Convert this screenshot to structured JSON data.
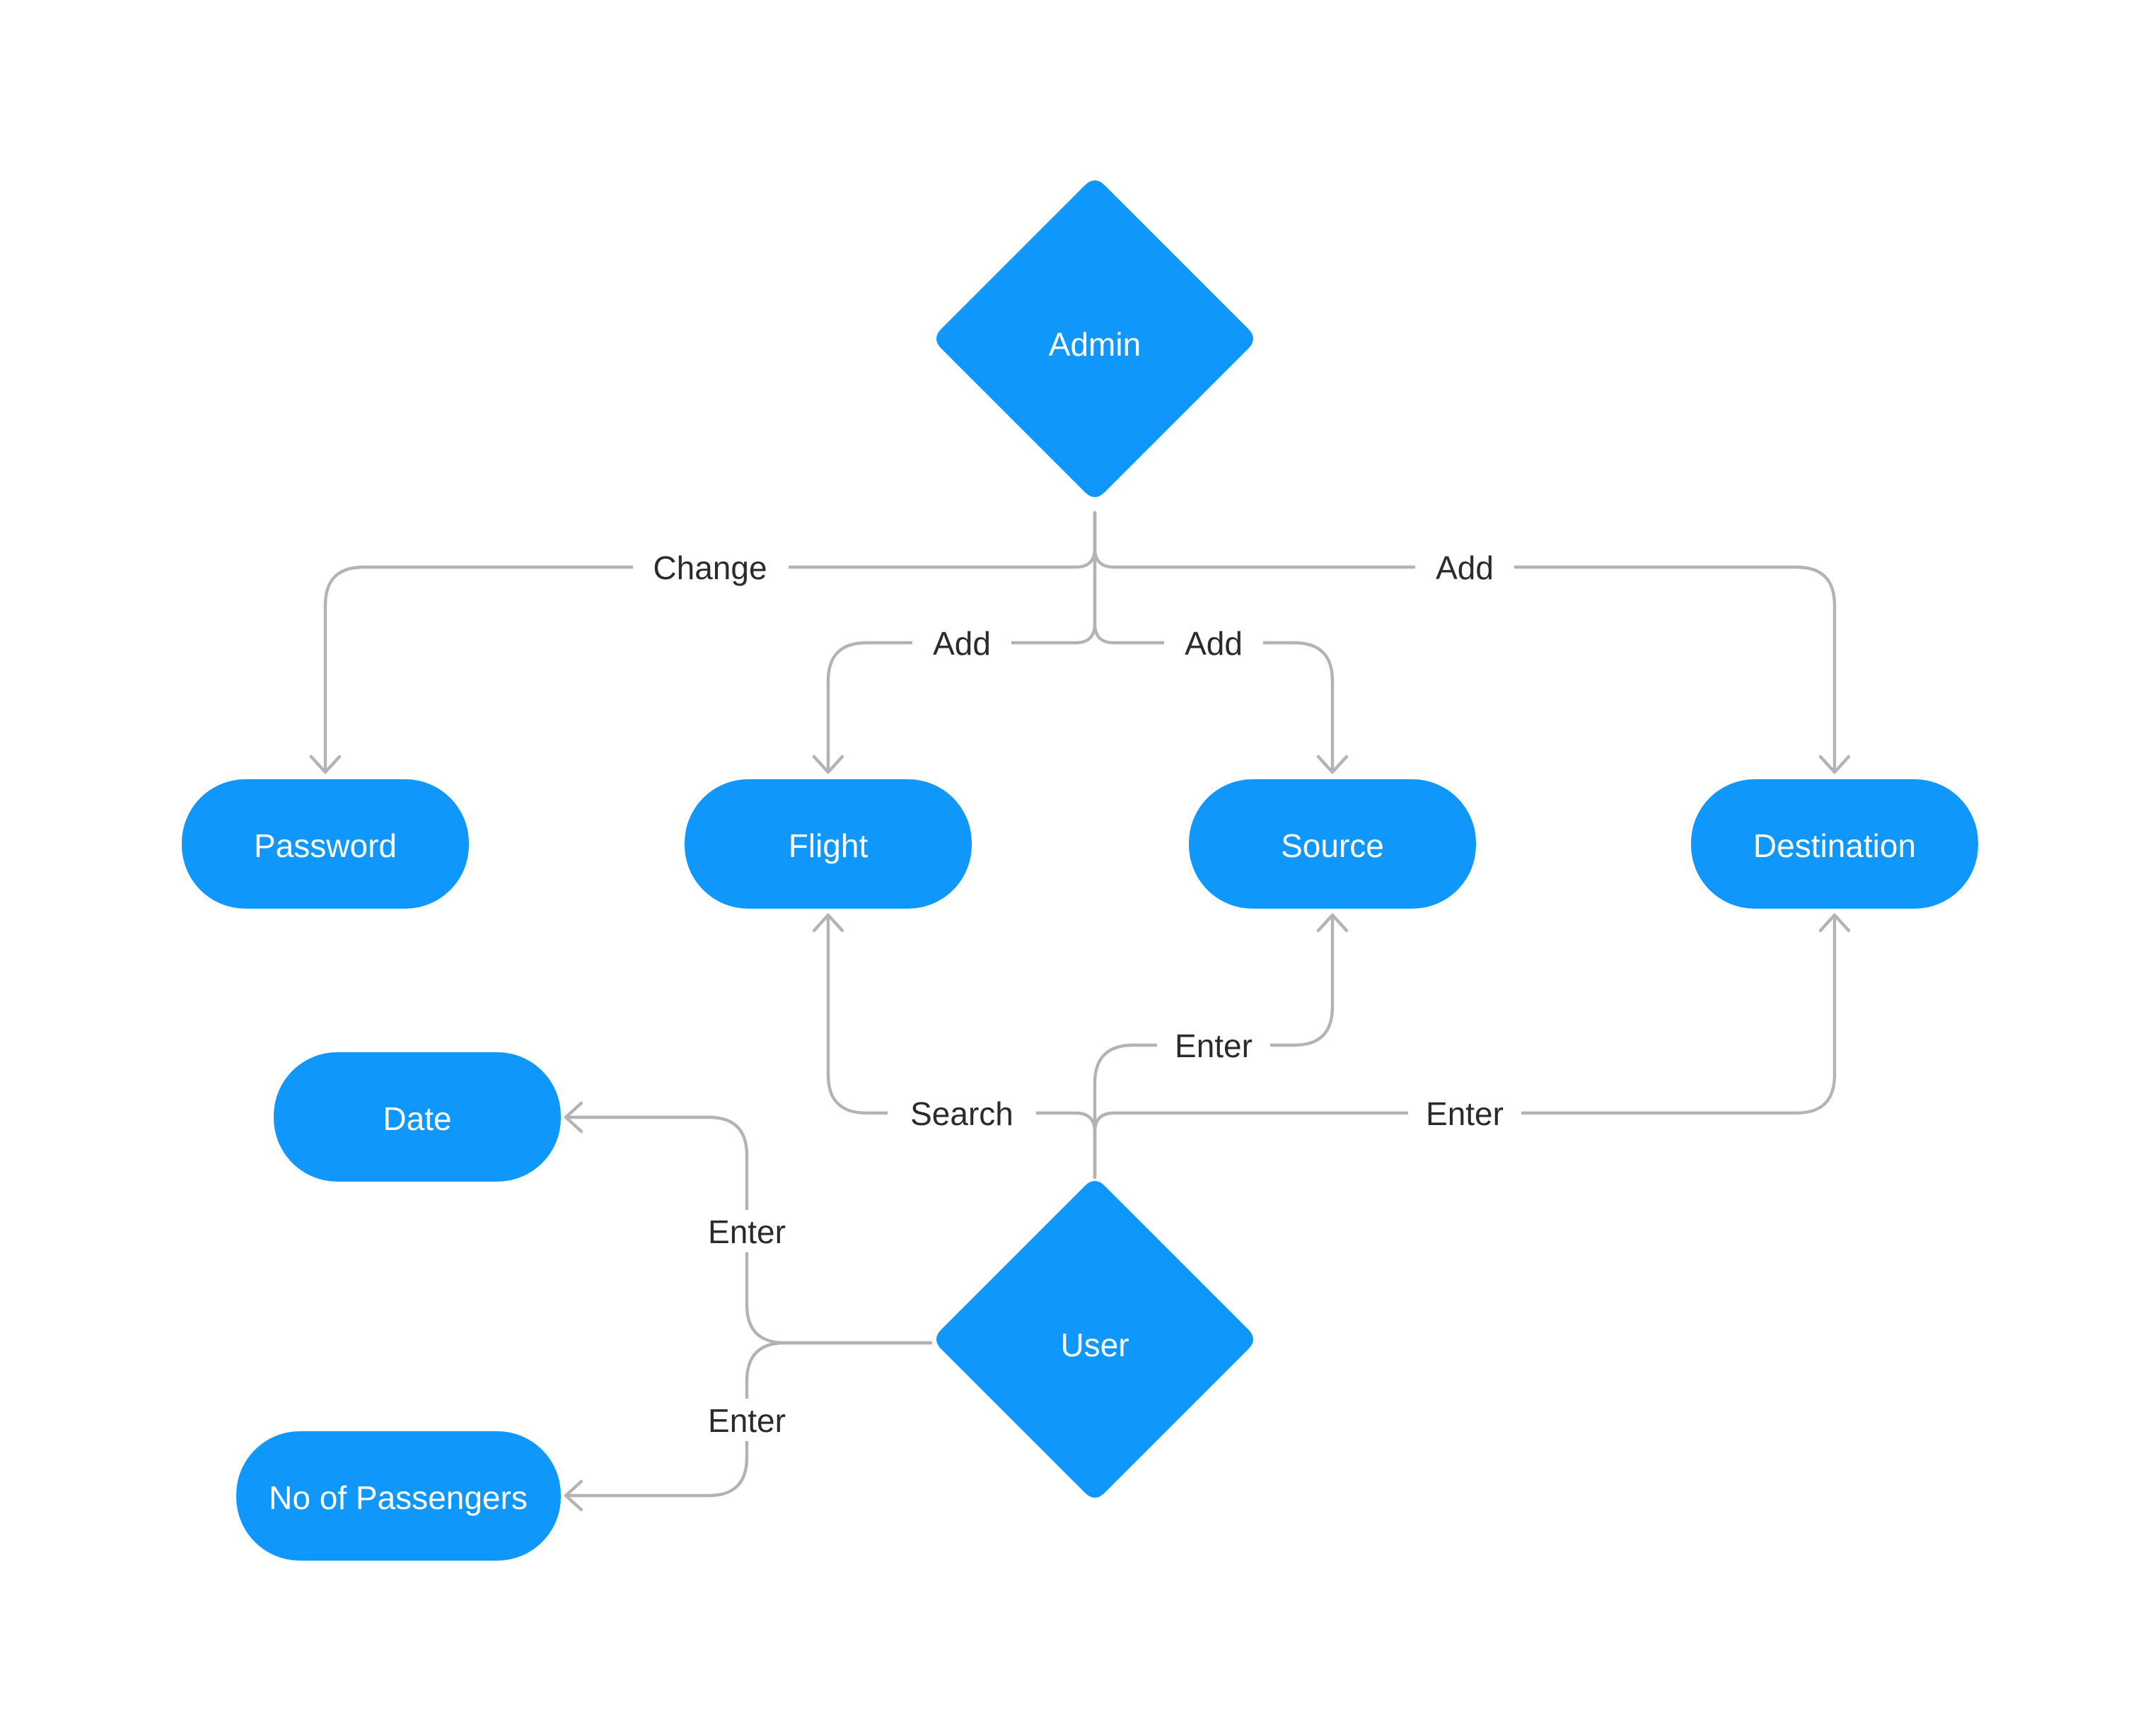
{
  "diagram": {
    "colors": {
      "node_fill": "#0f97fb",
      "node_text": "#ffffff",
      "edge_stroke": "#b3b3b3",
      "edge_label_text": "#2b2b2b",
      "background": "#ffffff"
    },
    "nodes": {
      "admin": {
        "label": "Admin",
        "shape": "diamond"
      },
      "user": {
        "label": "User",
        "shape": "diamond"
      },
      "password": {
        "label": "Password",
        "shape": "rounded-rectangle"
      },
      "flight": {
        "label": "Flight",
        "shape": "rounded-rectangle"
      },
      "source": {
        "label": "Source",
        "shape": "rounded-rectangle"
      },
      "destination": {
        "label": "Destination",
        "shape": "rounded-rectangle"
      },
      "date": {
        "label": "Date",
        "shape": "rounded-rectangle"
      },
      "passengers": {
        "label": "No of Passengers",
        "shape": "rounded-rectangle"
      }
    },
    "edges": {
      "admin_password": {
        "from": "Admin",
        "to": "Password",
        "label": "Change"
      },
      "admin_flight": {
        "from": "Admin",
        "to": "Flight",
        "label": "Add"
      },
      "admin_source": {
        "from": "Admin",
        "to": "Source",
        "label": "Add"
      },
      "admin_destination": {
        "from": "Admin",
        "to": "Destination",
        "label": "Add"
      },
      "user_flight": {
        "from": "User",
        "to": "Flight",
        "label": "Search"
      },
      "user_source": {
        "from": "User",
        "to": "Source",
        "label": "Enter"
      },
      "user_destination": {
        "from": "User",
        "to": "Destination",
        "label": "Enter"
      },
      "user_date": {
        "from": "User",
        "to": "Date",
        "label": "Enter"
      },
      "user_passengers": {
        "from": "User",
        "to": "No of Passengers",
        "label": "Enter"
      }
    }
  }
}
